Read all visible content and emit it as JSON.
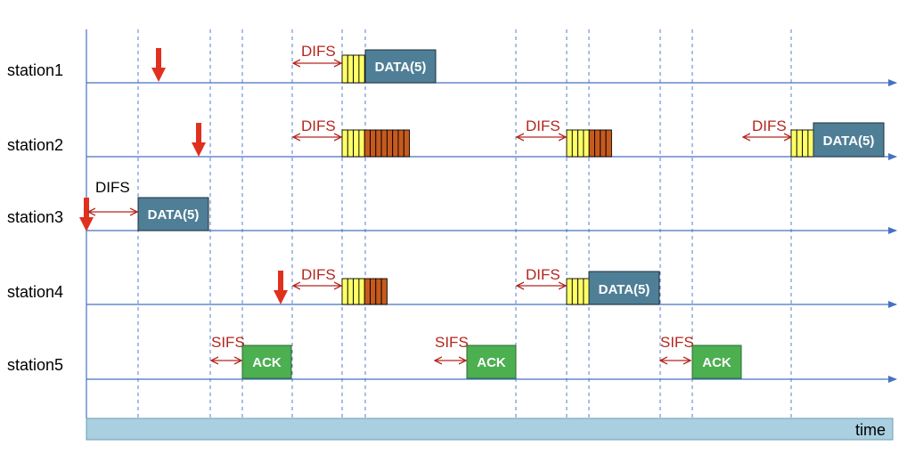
{
  "stations": [
    {
      "label": "station1"
    },
    {
      "label": "station2"
    },
    {
      "label": "station3"
    },
    {
      "label": "station4"
    },
    {
      "label": "station5"
    }
  ],
  "time_label": "time",
  "difs_label": "DIFS",
  "sifs_label": "SIFS",
  "data_label": "DATA(5)",
  "ack_label": "ACK",
  "colors": {
    "axis": "#4472c4",
    "gridline": "#4472c4",
    "data_box": "#4f7f96",
    "ack_box": "#4caf50",
    "backoff_yellow": "#ffff66",
    "backoff_orange": "#c65a1e",
    "arrow_red": "#e0301e",
    "interval_arrow": "#b3261e",
    "time_bar": "#a9cfe0"
  }
}
